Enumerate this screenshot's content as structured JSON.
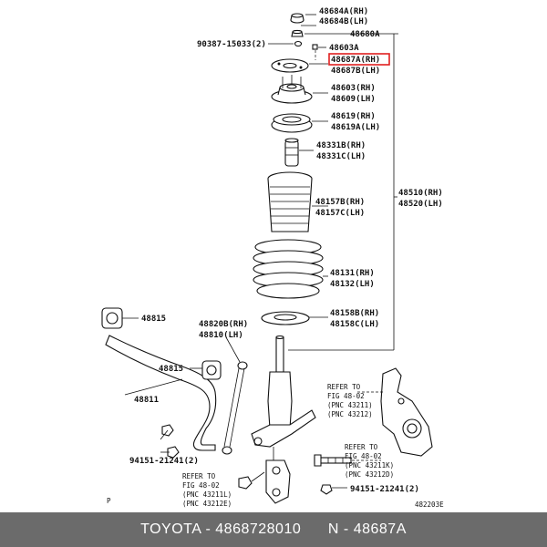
{
  "labels": {
    "p48684": "48684A(RH)",
    "p48684b": "48684B(LH)",
    "p48680": "48680A",
    "p90387": "90387-15033(2)",
    "p48603a": "48603A",
    "p48687a": "48687A(RH)",
    "p48687b": "48687B(LH)",
    "p48603": "48603(RH)",
    "p48609": "48609(LH)",
    "p48619": "48619(RH)",
    "p48619a": "48619A(LH)",
    "p48331b": "48331B(RH)",
    "p48331c": "48331C(LH)",
    "p48157b": "48157B(RH)",
    "p48157c": "48157C(LH)",
    "p48510": "48510(RH)",
    "p48520": "48520(LH)",
    "p48131": "48131(RH)",
    "p48132": "48132(LH)",
    "p48815a": "48815",
    "p48158b": "48158B(RH)",
    "p48158c": "48158C(LH)",
    "p48820b": "48820B(RH)",
    "p48810": "48810(LH)",
    "p48815b": "48815",
    "p48811": "48811",
    "ref1_a": "REFER TO",
    "ref1_b": "FIG 48-02",
    "ref1_c": "(PNC  43211)",
    "ref1_d": "(PNC  43212)",
    "ref2_a": "REFER TO",
    "ref2_b": "FIG 48-02",
    "ref2_c": "(PNC  43211K)",
    "ref2_d": "(PNC  43212D)",
    "p94151a": "94151-21241(2)",
    "p94151b": "94151-21241(2)",
    "ref3_a": "REFER TO",
    "ref3_b": "FIG 48-02",
    "ref3_c": "(PNC  43211L)",
    "ref3_d": "(PNC  43212E)",
    "p_mark": "P",
    "fig_code": "482203E"
  },
  "highlight": {
    "part": "48687A(RH)",
    "color": "#e02020"
  },
  "caption": "TOYOTA - 4868728010      N - 48687A",
  "colors": {
    "caption_bg": "#6b6b6b",
    "caption_text": "#ffffff"
  }
}
